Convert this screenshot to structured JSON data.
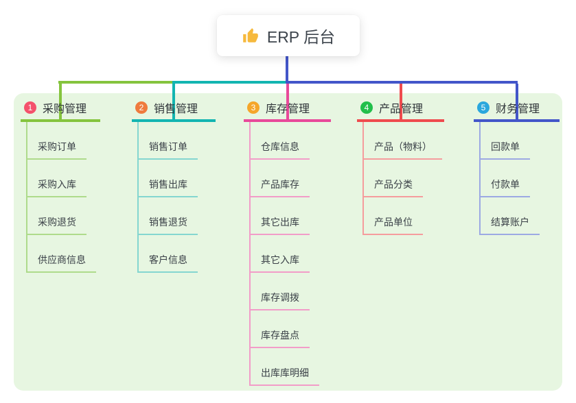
{
  "canvas": {
    "background": "#ffffff",
    "panel_color": "#e7f6e1"
  },
  "root": {
    "icon": "thumbs-up",
    "label": "ERP 后台"
  },
  "connectors": {
    "root_color": "#4356c9",
    "bus_segments": [
      {
        "color": "#85c43e"
      },
      {
        "color": "#13b5b1"
      },
      {
        "color": "#4356c9"
      }
    ]
  },
  "branches": [
    {
      "number": "1",
      "label": "采购管理",
      "badge_color": "#f4516c",
      "color": "#85c43e",
      "light_color": "#aedb8b",
      "children": [
        "采购订单",
        "采购入库",
        "采购退货",
        "供应商信息"
      ]
    },
    {
      "number": "2",
      "label": "销售管理",
      "badge_color": "#ef7b3e",
      "color": "#13b5b1",
      "light_color": "#84d6d0",
      "children": [
        "销售订单",
        "销售出库",
        "销售退货",
        "客户信息"
      ]
    },
    {
      "number": "3",
      "label": "库存管理",
      "badge_color": "#f5a62a",
      "color": "#e8499a",
      "light_color": "#f29cc8",
      "children": [
        "仓库信息",
        "产品库存",
        "其它出库",
        "其它入库",
        "库存调拨",
        "库存盘点",
        "出库库明细"
      ]
    },
    {
      "number": "4",
      "label": "产品管理",
      "badge_color": "#22bf4b",
      "color": "#ef4b4e",
      "light_color": "#f59c9d",
      "children": [
        "产品（物料）",
        "产品分类",
        "产品单位"
      ]
    },
    {
      "number": "5",
      "label": "财务管理",
      "badge_color": "#2aa7dd",
      "color": "#4356c9",
      "light_color": "#9ca9e3",
      "children": [
        "回款单",
        "付款单",
        "结算账户"
      ]
    }
  ]
}
